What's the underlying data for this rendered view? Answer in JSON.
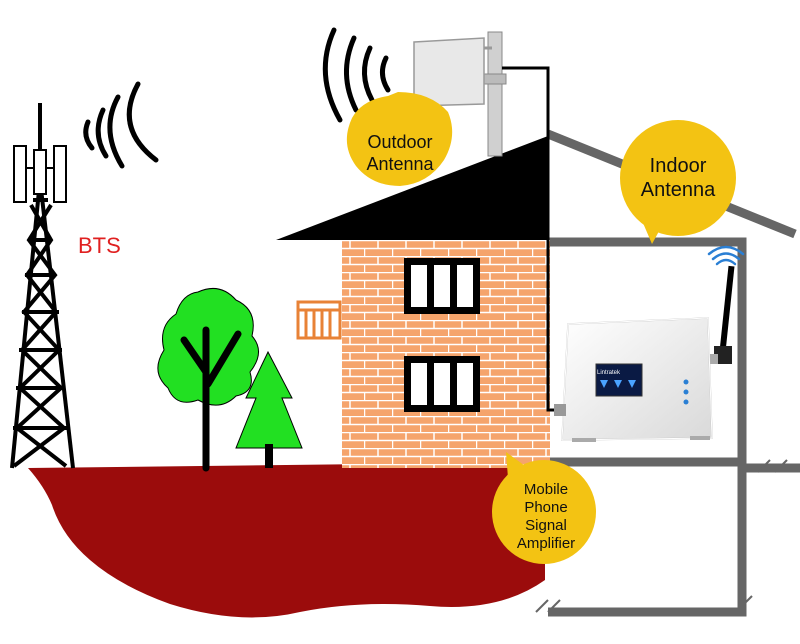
{
  "labels": {
    "bts": "BTS",
    "outdoor_antenna_line1": "Outdoor",
    "outdoor_antenna_line2": "Antenna",
    "indoor_antenna_line1": "Indoor",
    "indoor_antenna_line2": "Antenna",
    "amplifier_line1": "Mobile",
    "amplifier_line2": "Phone",
    "amplifier_line3": "Signal",
    "amplifier_line4": "Amplifier"
  },
  "device": {
    "brand": "Lintratek"
  },
  "colors": {
    "ground": "#9b0c0c",
    "brick": "#f5a46c",
    "brick_mortar": "#ffffff",
    "roof": "#000000",
    "callout": "#f3c313",
    "bts_label": "#e02020",
    "tree": "#22e022",
    "wall_gray": "#666666",
    "signal_blue": "#2a7fd4"
  },
  "icons": [
    "cell-tower-icon",
    "signal-waves-icon",
    "panel-antenna-icon",
    "whip-antenna-icon",
    "wifi-icon",
    "tree-icon",
    "house-icon",
    "amplifier-device-icon"
  ]
}
